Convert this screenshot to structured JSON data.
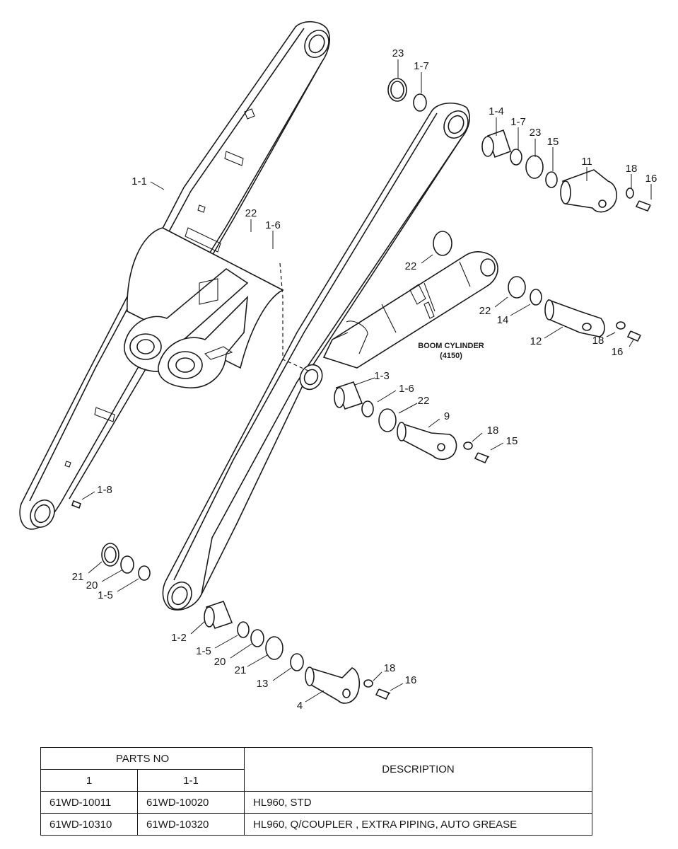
{
  "diagram": {
    "callouts": [
      "23",
      "1-7",
      "1-4",
      "1-7",
      "23",
      "15",
      "11",
      "18",
      "16",
      "1-1",
      "22",
      "1-6",
      "22",
      "22",
      "14",
      "12",
      "18",
      "16",
      "1-3",
      "1-6",
      "22",
      "9",
      "18",
      "15",
      "1-8",
      "21",
      "20",
      "1-5",
      "1-2",
      "1-5",
      "20",
      "21",
      "13",
      "18",
      "16",
      "4"
    ],
    "cylinder_label": "BOOM CYLINDER",
    "cylinder_code": "(4150)"
  },
  "table": {
    "parts_no_header": "PARTS NO",
    "col1_header": "1",
    "col2_header": "1-1",
    "description_header": "DESCRIPTION",
    "rows": [
      {
        "part1": "61WD-10011",
        "part2": "61WD-10020",
        "description": "HL960, STD"
      },
      {
        "part1": "61WD-10310",
        "part2": "61WD-10320",
        "description": "HL960, Q/COUPLER , EXTRA PIPING, AUTO GREASE"
      }
    ]
  }
}
